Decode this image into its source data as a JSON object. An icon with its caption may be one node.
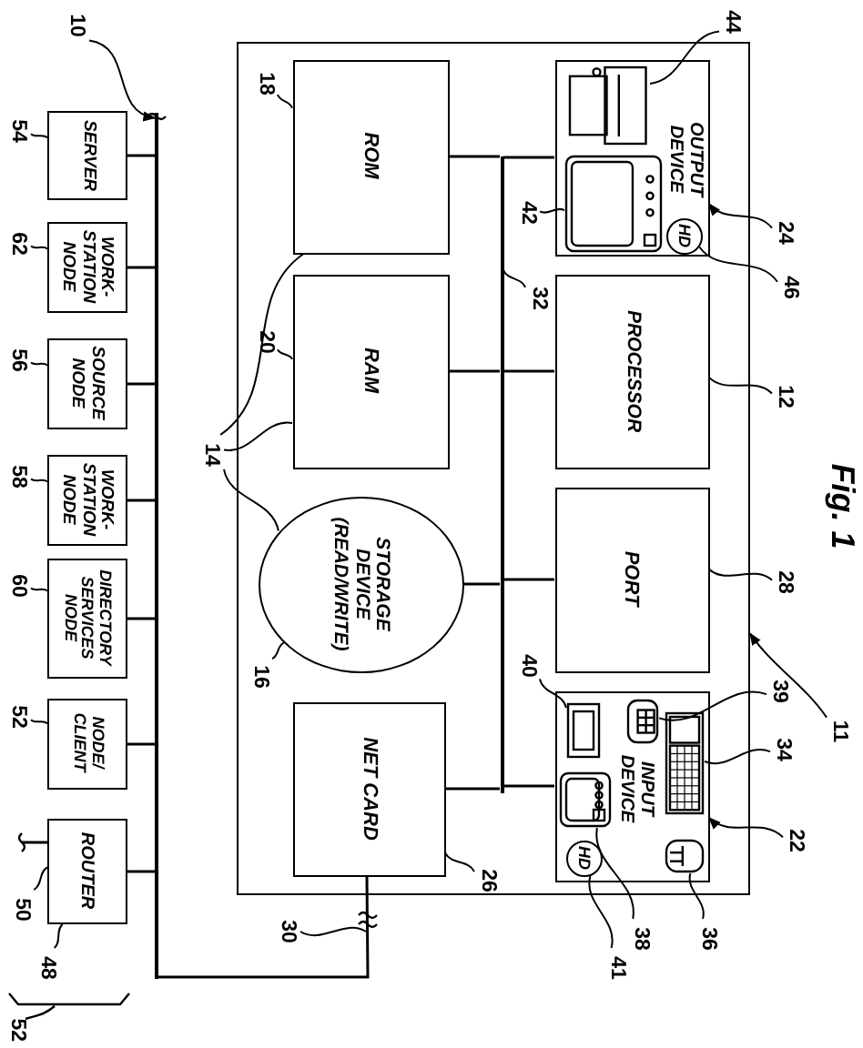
{
  "diagram": {
    "nodes": [
      {
        "text": [
          "SERVER"
        ]
      },
      {
        "text": [
          "WORK-STATION NODE"
        ]
      },
      {
        "text": [
          "SOURCE NODE"
        ]
      },
      {
        "text": [
          "WORK-STATION NODE"
        ]
      },
      {
        "text": [
          "DIRECTORY SERVICES NODE"
        ]
      },
      {
        "text": [
          "NODE/CLIENT"
        ]
      },
      {
        "text": [
          "ROUTER"
        ]
      },
      {
        "text": [],
        "shape": "bar"
      },
      {
        "text": [],
        "shape": "box"
      },
      {
        "text": [
          "ROM"
        ],
        "in": 8
      },
      {
        "text": [
          "RAM"
        ],
        "in": 8
      },
      {
        "text": [
          "STORAGE DEVICE (READ/WRITE)"
        ],
        "in": 8
      },
      {
        "text": [
          "NET CARD"
        ],
        "in": 8
      },
      {
        "text": [],
        "shape": "bar",
        "in": 8
      },
      {
        "text": [
          "OUTPUT DEVICE"
        ],
        "in": 8
      },
      {
        "text": [],
        "shape": "picture",
        "in": 14
      },
      {
        "text": [],
        "shape": "picture",
        "in": 14
      },
      {
        "text": [
          "HD"
        ],
        "in": 14
      },
      {
        "text": [
          "PROCESSOR"
        ],
        "in": 8
      },
      {
        "text": [
          "PORT"
        ],
        "in": 8
      },
      {
        "text": [
          "INPUT DEVICE"
        ],
        "in": 8
      },
      {
        "text": [],
        "shape": "picture",
        "in": 20
      },
      {
        "text": [],
        "shape": "picture",
        "in": 20
      },
      {
        "text": [],
        "shape": "picture",
        "in": 20
      },
      {
        "text": [],
        "shape": "picture",
        "in": 20
      },
      {
        "text": [
          "HD"
        ],
        "in": 20
      },
      {
        "text": [],
        "shape": "picture",
        "in": 20
      },
      {
        "text": [
          "10"
        ]
      },
      {
        "text": [
          "54"
        ]
      },
      {
        "text": [
          "62"
        ]
      },
      {
        "text": [
          "56"
        ]
      },
      {
        "text": [
          "58"
        ]
      },
      {
        "text": [
          "60"
        ]
      },
      {
        "text": [
          "52"
        ]
      },
      {
        "text": [
          "50"
        ]
      },
      {
        "text": [
          "48"
        ]
      },
      {
        "text": [
          "18"
        ],
        "in": 8
      },
      {
        "text": [
          "20"
        ],
        "in": 8
      },
      {
        "text": [
          "14"
        ]
      },
      {
        "text": [
          "16"
        ],
        "in": 8
      },
      {
        "text": [
          "30"
        ]
      },
      {
        "text": [
          "26"
        ],
        "in": 8
      },
      {
        "text": [
          "32"
        ],
        "in": 8
      },
      {
        "text": [
          "42"
        ],
        "in": 8
      },
      {
        "text": [
          "44"
        ]
      },
      {
        "text": [
          "24"
        ]
      },
      {
        "text": [
          "46"
        ]
      },
      {
        "text": [
          "12"
        ]
      },
      {
        "text": [
          "28"
        ]
      },
      {
        "text": [
          "40"
        ],
        "in": 8
      },
      {
        "text": [
          "39"
        ]
      },
      {
        "text": [
          "34"
        ]
      },
      {
        "text": [
          "22"
        ]
      },
      {
        "text": [
          "11"
        ]
      },
      {
        "text": [
          "36"
        ]
      },
      {
        "text": [
          "38"
        ]
      },
      {
        "text": [
          "41"
        ]
      }
    ],
    "edges": [
      {
        "from": 0,
        "to": 7,
        "arrow": "none"
      },
      {
        "from": 1,
        "to": 7,
        "arrow": "none"
      },
      {
        "from": 2,
        "to": 7,
        "arrow": "none"
      },
      {
        "from": 3,
        "to": 7,
        "arrow": "none"
      },
      {
        "from": 4,
        "to": 7,
        "arrow": "none"
      },
      {
        "from": 5,
        "to": 7,
        "arrow": "none"
      },
      {
        "from": 6,
        "to": 7,
        "arrow": "none"
      },
      {
        "from": 6,
        "to": null,
        "arrow": "none"
      },
      {
        "from": 12,
        "to": 7,
        "arrow": "none"
      },
      {
        "from": 9,
        "to": 13,
        "arrow": "none"
      },
      {
        "from": 10,
        "to": 13,
        "arrow": "none"
      },
      {
        "from": 11,
        "to": 13,
        "arrow": "none"
      },
      {
        "from": 12,
        "to": 13,
        "arrow": "none"
      },
      {
        "from": 14,
        "to": 13,
        "arrow": "none"
      },
      {
        "from": 18,
        "to": 13,
        "arrow": "none"
      },
      {
        "from": 19,
        "to": 13,
        "arrow": "none"
      },
      {
        "from": 20,
        "to": 13,
        "arrow": "none"
      },
      {
        "from": 27,
        "to": 7,
        "arrow": "to"
      },
      {
        "from": 28,
        "to": 0,
        "arrow": "none"
      },
      {
        "from": 29,
        "to": 1,
        "arrow": "none"
      },
      {
        "from": 30,
        "to": 2,
        "arrow": "none"
      },
      {
        "from": 31,
        "to": 3,
        "arrow": "none"
      },
      {
        "from": 32,
        "to": 4,
        "arrow": "none"
      },
      {
        "from": 33,
        "to": 5,
        "arrow": "none"
      },
      {
        "from": 34,
        "to": 6,
        "arrow": "none"
      },
      {
        "from": 35,
        "to": 6,
        "arrow": "none"
      },
      {
        "from": 36,
        "to": 9,
        "arrow": "none"
      },
      {
        "from": 38,
        "to": 9,
        "arrow": "none"
      },
      {
        "from": 38,
        "to": 10,
        "arrow": "none"
      },
      {
        "from": 38,
        "to": 11,
        "arrow": "none"
      },
      {
        "from": 37,
        "to": 10,
        "arrow": "none"
      },
      {
        "from": 39,
        "to": 11,
        "arrow": "none"
      },
      {
        "from": 40,
        "to": null,
        "arrow": "none"
      },
      {
        "from": 41,
        "to": 12,
        "arrow": "none"
      },
      {
        "from": 42,
        "to": 13,
        "arrow": "none"
      },
      {
        "from": 43,
        "to": 15,
        "arrow": "none"
      },
      {
        "from": 44,
        "to": 16,
        "arrow": "none"
      },
      {
        "from": 45,
        "to": 14,
        "arrow": "to"
      },
      {
        "from": 46,
        "to": 17,
        "arrow": "none"
      },
      {
        "from": 47,
        "to": 18,
        "arrow": "none"
      },
      {
        "from": 48,
        "to": 19,
        "arrow": "none"
      },
      {
        "from": 49,
        "to": 21,
        "arrow": "none"
      },
      {
        "from": 50,
        "to": 22,
        "arrow": "none"
      },
      {
        "from": 51,
        "to": 23,
        "arrow": "none"
      },
      {
        "from": 52,
        "to": 20,
        "arrow": "to"
      },
      {
        "from": 53,
        "to": 8,
        "arrow": "to"
      },
      {
        "from": 54,
        "to": 26,
        "arrow": "none"
      },
      {
        "from": 55,
        "to": 24,
        "arrow": "none"
      },
      {
        "from": 56,
        "to": 25,
        "arrow": "none"
      }
    ],
    "labels": [
      "52",
      "Fig. 1"
    ]
  }
}
